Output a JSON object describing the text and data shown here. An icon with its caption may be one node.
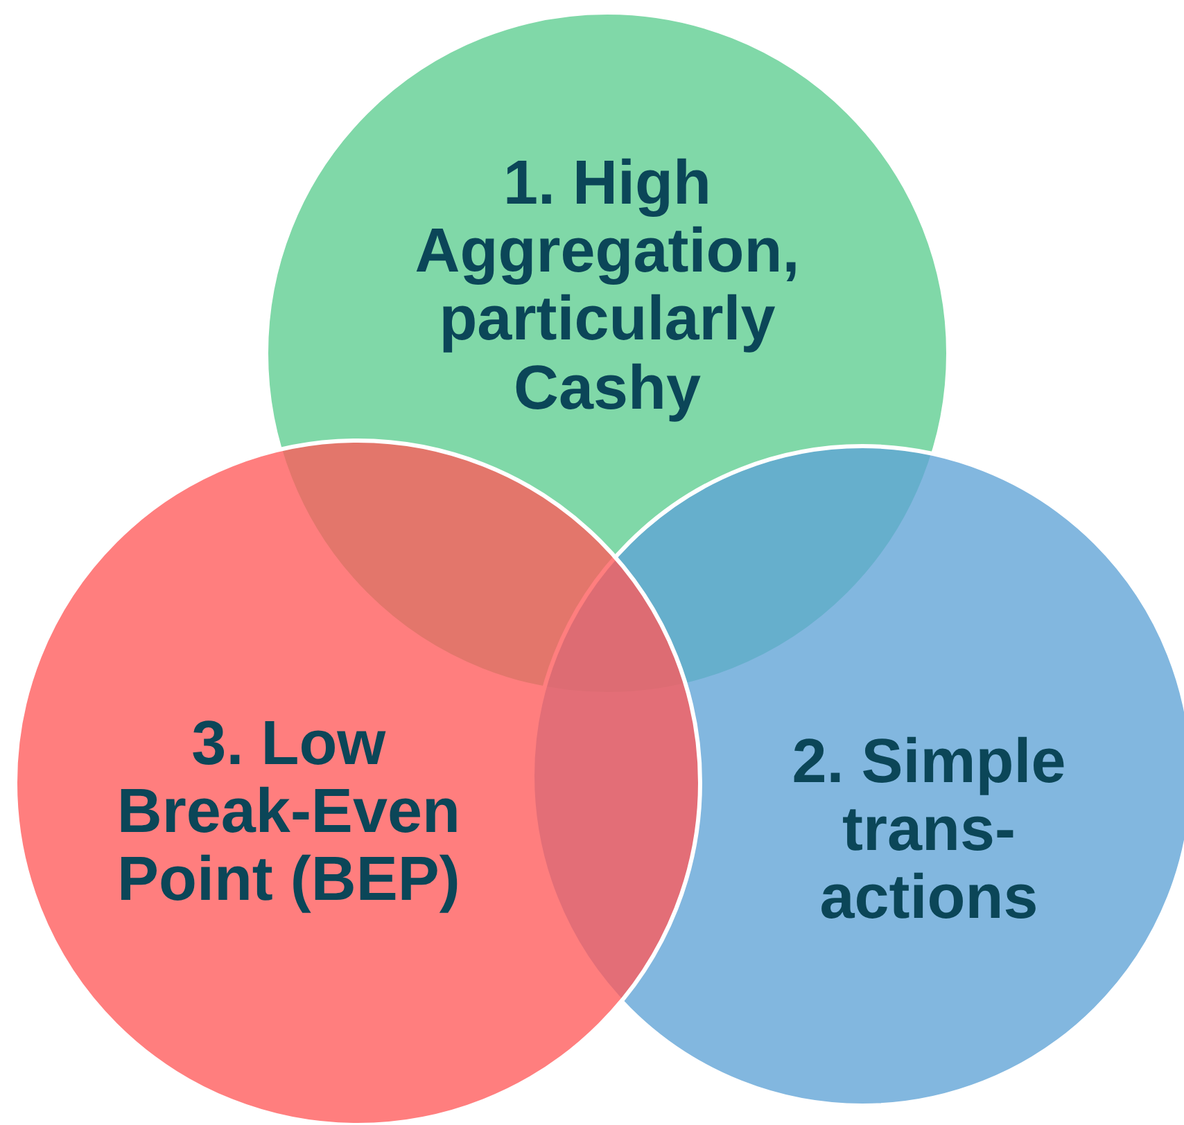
{
  "diagram": {
    "nodes": [
      {
        "text": [
          "1. High Aggregation, particularly Cashy"
        ]
      },
      {
        "text": [
          "2. Simple trans- actions"
        ]
      },
      {
        "text": [
          "3. Low Break-Even Point (BEP)"
        ]
      }
    ]
  }
}
